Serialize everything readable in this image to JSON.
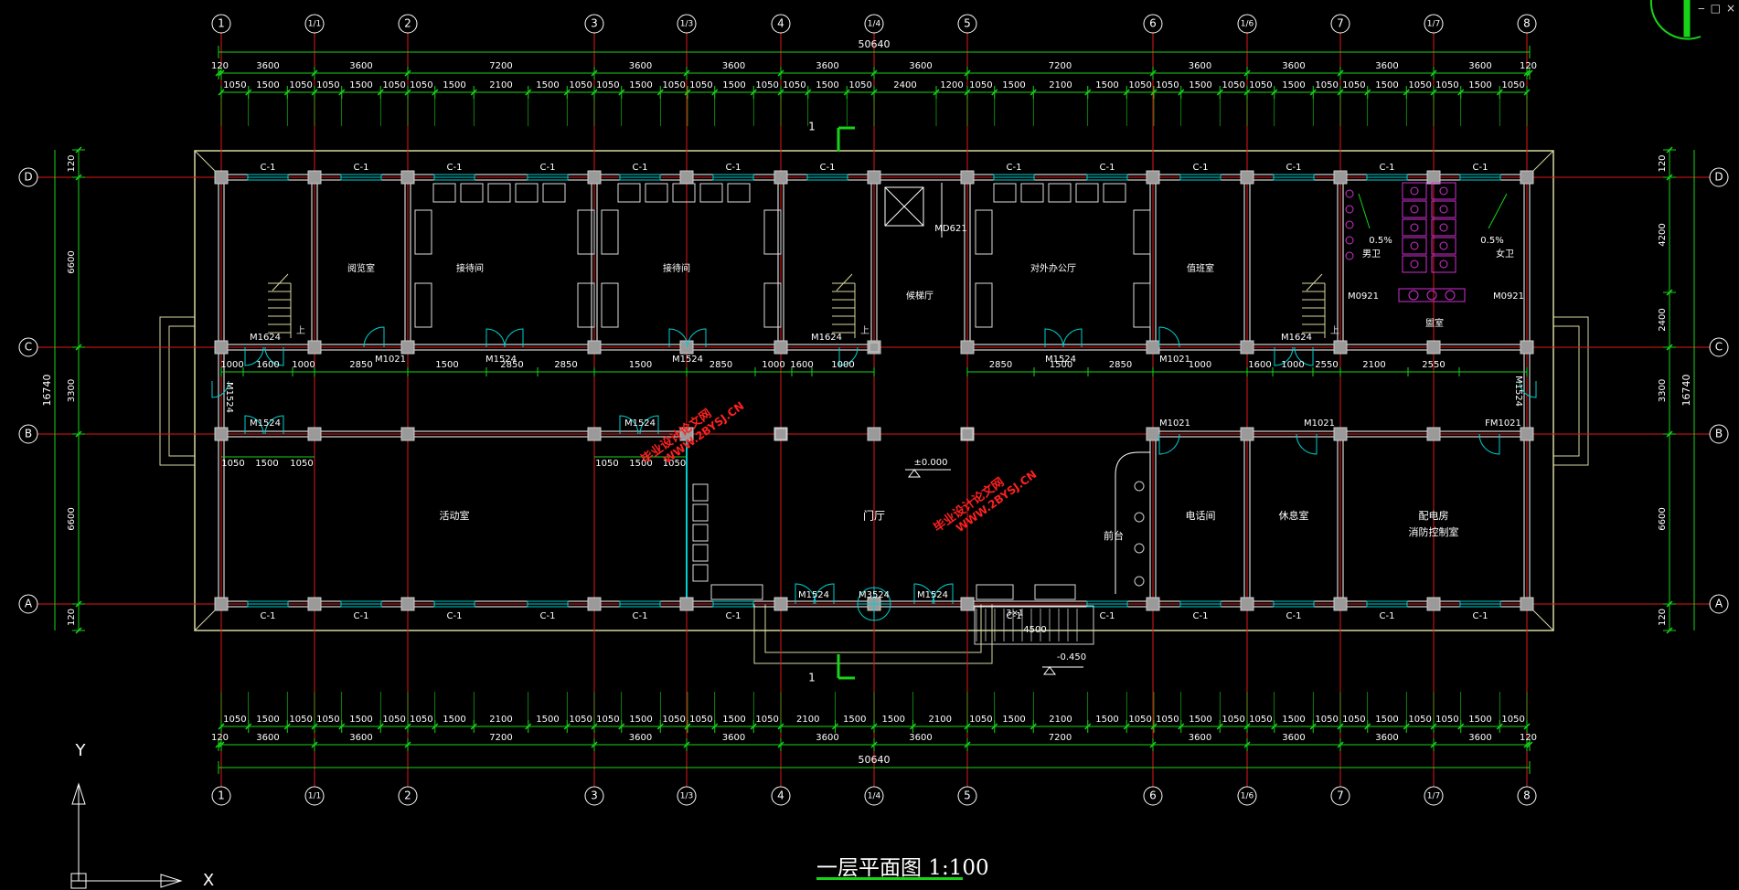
{
  "window": {
    "restore_label": "□",
    "minimize_label": "‒",
    "close_label": "×"
  },
  "sheet_title": "一层平面图 1:100",
  "axes_x": [
    "1",
    "1/1",
    "2",
    "3",
    "1/3",
    "4",
    "1/4",
    "5",
    "6",
    "1/6",
    "7",
    "1/7",
    "8"
  ],
  "axes_y": [
    "D",
    "C",
    "B",
    "A"
  ],
  "total_length": "50640",
  "total_depth": "16740",
  "top_dims_row1": [
    "120",
    "3600",
    "3600",
    "7200",
    "3600",
    "3600",
    "3600",
    "3600",
    "7200",
    "3600",
    "3600",
    "3600",
    "3600",
    "120"
  ],
  "top_dims_row2": [
    "1050",
    "1500",
    "1050",
    "1050",
    "1500",
    "1050",
    "1050",
    "1500",
    "2100",
    "1500",
    "1050",
    "1050",
    "1500",
    "1050",
    "1050",
    "1500",
    "1050",
    "1050",
    "1500",
    "1050",
    "2400",
    "1200",
    "1050",
    "1500",
    "2100",
    "1500",
    "1050",
    "1050",
    "1500",
    "1050",
    "1050",
    "1500",
    "1050",
    "1050",
    "1500",
    "1050",
    "1050",
    "1500",
    "1050"
  ],
  "bottom_dims_row1": [
    "1050",
    "1500",
    "1050",
    "1050",
    "1500",
    "1050",
    "1050",
    "1500",
    "2100",
    "1500",
    "1050",
    "1050",
    "1500",
    "1050",
    "1050",
    "1500",
    "1050",
    "2100",
    "1500",
    "1500",
    "2100",
    "1050",
    "1500",
    "2100",
    "1500",
    "1050",
    "1050",
    "1500",
    "1050",
    "1050",
    "1500",
    "1050",
    "1050",
    "1500",
    "1050",
    "1050",
    "1500",
    "1050"
  ],
  "bottom_dims_row2": [
    "120",
    "3600",
    "3600",
    "7200",
    "3600",
    "3600",
    "3600",
    "3600",
    "7200",
    "3600",
    "3600",
    "3600",
    "3600",
    "120"
  ],
  "left_dims": [
    "120",
    "6600",
    "3300",
    "6600",
    "120"
  ],
  "right_dims": [
    "120",
    "4200",
    "2400",
    "3300",
    "6600",
    "120"
  ],
  "corridor_dims_left": [
    "1000",
    "1600",
    "1000",
    "2850",
    "1500",
    "2850",
    "2850",
    "1500",
    "2850",
    "1000",
    "1600",
    "1000"
  ],
  "corridor_dims_right": [
    "2850",
    "1500",
    "2850",
    "1000",
    "1600",
    "1000",
    "2550",
    "2100",
    "2550"
  ],
  "lower_dims_left": [
    "1050",
    "1500",
    "1050",
    "1050",
    "1500",
    "1050"
  ],
  "window_label": "C-1",
  "door_labels": {
    "m1624": "M1624",
    "m1021": "M1021",
    "m1524": "M1524",
    "m0921": "M0921",
    "fm1021": "FM1021",
    "m3524": "M3524",
    "md621": "MD621",
    "m1524v": "M1524"
  },
  "rooms": {
    "reading": "阅览室",
    "reception1": "接待间",
    "reception2": "接待间",
    "waiting": "候梯厅",
    "office": "对外办公厅",
    "duty": "值班室",
    "male_wc": "男卫",
    "female_wc": "女卫",
    "wash": "盥室",
    "activity": "活动室",
    "hall": "门厅",
    "front_desk": "前台",
    "telephone": "电话间",
    "rest": "休息室",
    "power1": "配电房",
    "power2": "消防控制室"
  },
  "levels": {
    "floor": "±0.000",
    "outdoor": "-0.450"
  },
  "slope": "0.5%",
  "section_mark": "1",
  "steps_width": "4500",
  "steps_label": "3×1",
  "watermark_cn": "毕业设计论文网",
  "watermark_url": "WWW.2BYSJ.CN",
  "ucs_x": "X",
  "ucs_y": "Y",
  "colors": {
    "background": "#000000",
    "grid_line": "#e01818",
    "dimension": "#18d418",
    "wall": "#ffffff",
    "window": "#00d0d0",
    "fixture": "#d030d0",
    "watermark": "#ff2020",
    "column": "#9a9a9a"
  }
}
